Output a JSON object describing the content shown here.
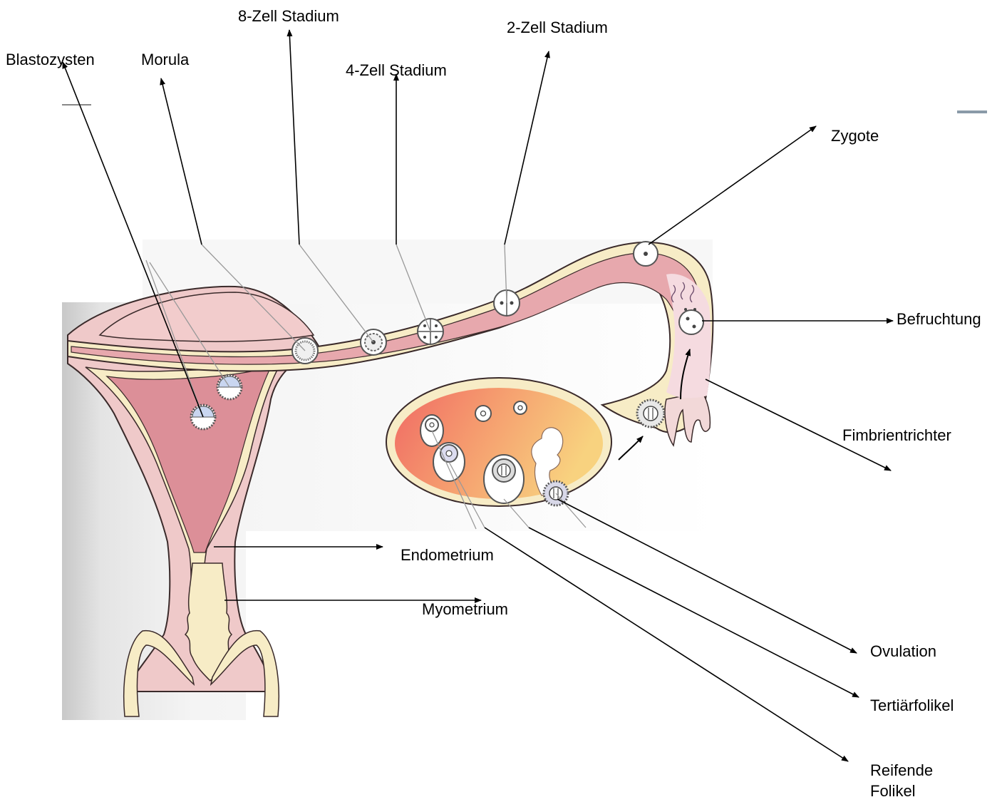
{
  "labels": {
    "blastozysten": "Blastozysten",
    "morula": "Morula",
    "zell8": "8-Zell Stadium",
    "zell4": "4-Zell Stadium",
    "zell2": "2-Zell Stadium",
    "zygote": "Zygote",
    "befruchtung": "Befruchtung",
    "fimbrientrichter": "Fimbrientrichter",
    "endometrium": "Endometrium",
    "myometrium": "Myometrium",
    "ovulation": "Ovulation",
    "tertiaerfolikel": "Tertiärfolikel",
    "reifende_1": "Reifende",
    "reifende_2": "Folikel"
  },
  "colors": {
    "tissue_pink": "#efc9c9",
    "tube_pink": "#e7a8ad",
    "cream": "#f7ecc6",
    "uterus_inner": "#dc8f98",
    "ovary_red": "#f27a6a",
    "ovary_orange": "#f7c57c",
    "page_shadow": "#d7d7d7"
  }
}
